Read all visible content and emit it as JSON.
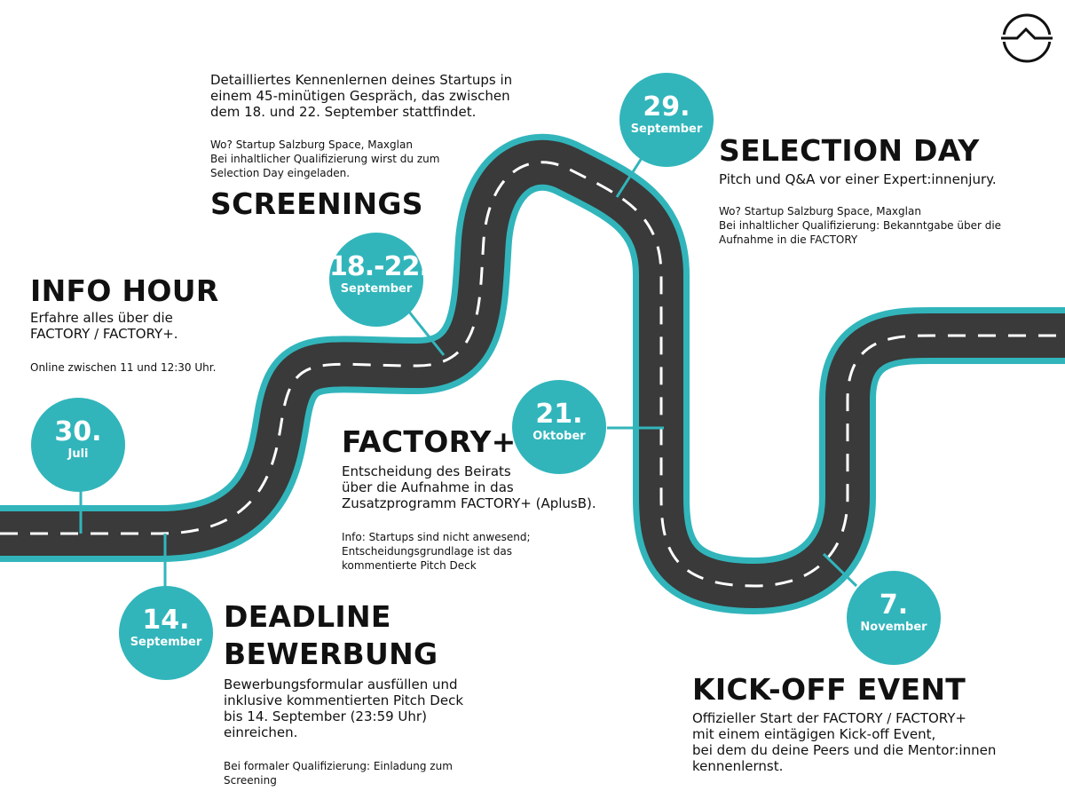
{
  "colors": {
    "accent": "#31b5bb",
    "road": "#3a3a3a",
    "dash": "#ffffff"
  },
  "logo": {
    "icon": "startup-salzburg-logo-icon"
  },
  "milestones": [
    {
      "id": "info-hour",
      "day": "30.",
      "month": "Juli",
      "title": "INFO HOUR",
      "lines": [
        "Erfahre alles über die",
        "FACTORY / FACTORY+."
      ],
      "small": [
        "Online zwischen 11 und 12:30 Uhr."
      ]
    },
    {
      "id": "deadline",
      "day": "14.",
      "month": "September",
      "title_lines": [
        "DEADLINE",
        "BEWERBUNG"
      ],
      "lines": [
        "Bewerbungsformular ausfüllen und",
        "inklusive kommentierten Pitch Deck",
        "bis 14. September (23:59 Uhr)",
        "einreichen."
      ],
      "small": [
        "Bei formaler Qualifizierung: Einladung zum",
        "Screening"
      ]
    },
    {
      "id": "screenings",
      "day": "18.-22.",
      "month": "September",
      "title": "SCREENINGS",
      "lines": [
        "Detailliertes Kennenlernen deines Startups in",
        "einem 45-minütigen Gespräch, das zwischen",
        "dem 18. und 22. September stattfindet."
      ],
      "small": [
        "Wo? Startup Salzburg Space, Maxglan",
        "Bei inhaltlicher Qualifizierung wirst du zum",
        "Selection Day eingeladen."
      ]
    },
    {
      "id": "selection-day",
      "day": "29.",
      "month": "September",
      "title": "SELECTION DAY",
      "lines": [
        "Pitch und Q&A vor einer Expert:innenjury."
      ],
      "small": [
        "Wo? Startup Salzburg Space, Maxglan",
        "Bei inhaltlicher Qualifizierung: Bekanntgabe über die",
        "Aufnahme in die FACTORY"
      ]
    },
    {
      "id": "factory-plus",
      "day": "21.",
      "month": "Oktober",
      "title": "FACTORY+",
      "lines": [
        "Entscheidung des Beirats",
        "über die Aufnahme in das",
        "Zusatzprogramm FACTORY+ (AplusB)."
      ],
      "small": [
        "Info: Startups sind nicht anwesend;",
        "Entscheidungsgrundlage ist das",
        "kommentierte Pitch Deck"
      ]
    },
    {
      "id": "kick-off",
      "day": "7.",
      "month": "November",
      "title": "KICK-OFF EVENT",
      "lines": [
        "Offizieller Start der FACTORY / FACTORY+",
        "mit einem eintägigen Kick-off Event,",
        "bei dem du deine Peers und die Mentor:innen",
        "kennenlernst."
      ]
    }
  ]
}
